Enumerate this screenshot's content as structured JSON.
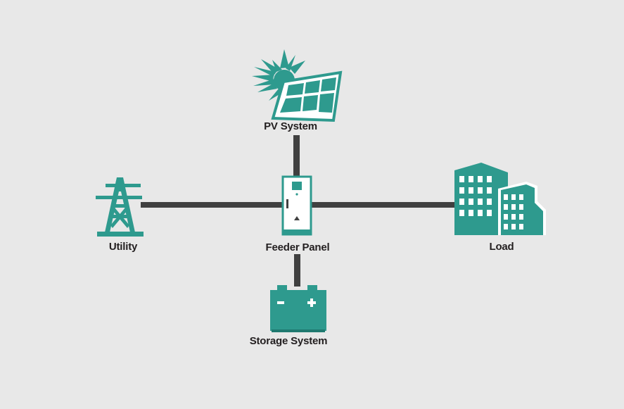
{
  "colors": {
    "background": "#e8e8e8",
    "accent": "#2e9a8e",
    "line": "#404040",
    "text": "#231f20"
  },
  "nodes": {
    "pv_system": {
      "label": "PV System",
      "icon": "solar-panel-sun-icon"
    },
    "utility": {
      "label": "Utility",
      "icon": "transmission-tower-icon"
    },
    "feeder_panel": {
      "label": "Feeder Panel",
      "icon": "feeder-cabinet-icon"
    },
    "load": {
      "label": "Load",
      "icon": "buildings-icon"
    },
    "storage_system": {
      "label": "Storage System",
      "icon": "battery-icon"
    }
  },
  "connections": [
    {
      "from": "utility",
      "to": "feeder_panel"
    },
    {
      "from": "feeder_panel",
      "to": "load"
    },
    {
      "from": "pv_system",
      "to": "feeder_panel"
    },
    {
      "from": "feeder_panel",
      "to": "storage_system"
    }
  ]
}
